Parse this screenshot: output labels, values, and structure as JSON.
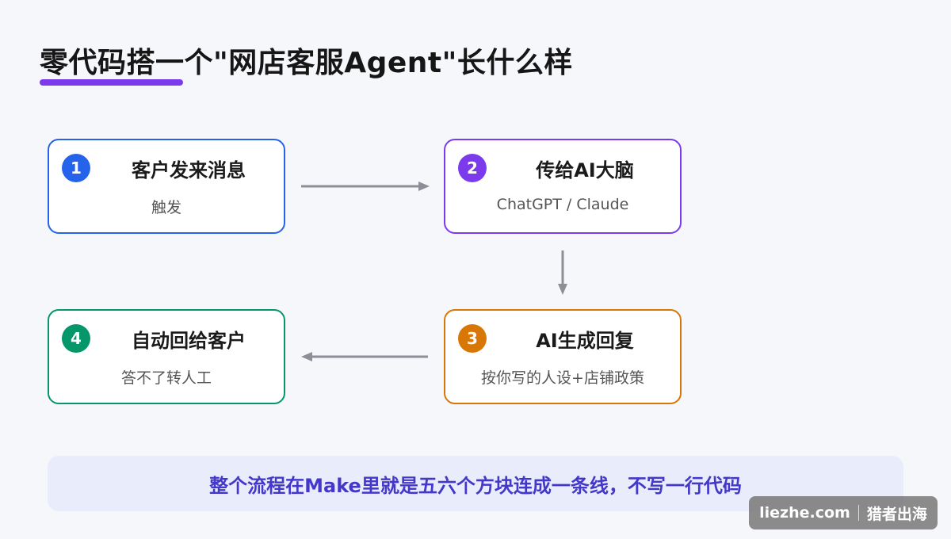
{
  "title": "零代码搭一个\"网店客服Agent\"长什么样",
  "colors": {
    "accent": "#7c3aed",
    "step1": "#2563eb",
    "step2": "#7c3aed",
    "step3": "#d97706",
    "step4": "#059669",
    "arrow": "#8e8e96",
    "banner_text": "#4338ca"
  },
  "steps": [
    {
      "number": "1",
      "title": "客户发来消息",
      "subtitle": "触发"
    },
    {
      "number": "2",
      "title": "传给AI大脑",
      "subtitle": "ChatGPT / Claude"
    },
    {
      "number": "3",
      "title": "AI生成回复",
      "subtitle": "按你写的人设+店铺政策"
    },
    {
      "number": "4",
      "title": "自动回给客户",
      "subtitle": "答不了转人工"
    }
  ],
  "banner": "整个流程在Make里就是五六个方块连成一条线，不写一行代码",
  "watermark": {
    "site": "liezhe.com",
    "brand": "猎者出海"
  }
}
